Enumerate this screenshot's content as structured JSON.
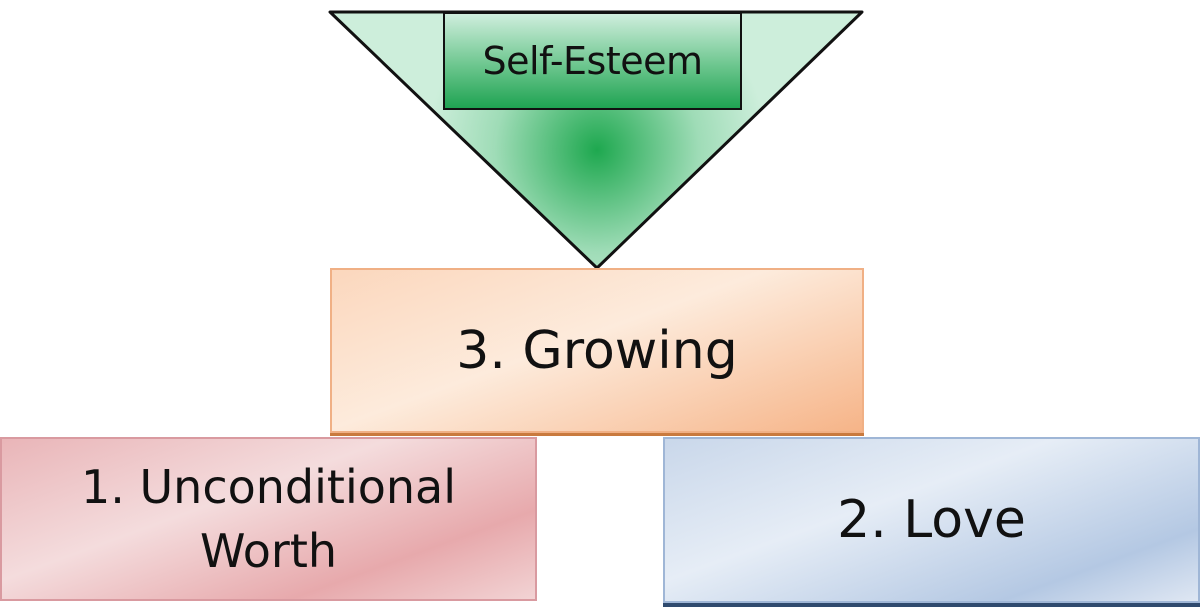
{
  "diagram": {
    "top": {
      "label": "Self-Esteem"
    },
    "middle": {
      "label": "3. Growing"
    },
    "bottom_left": {
      "label": "1. Unconditional Worth"
    },
    "bottom_right": {
      "label": "2. Love"
    }
  }
}
